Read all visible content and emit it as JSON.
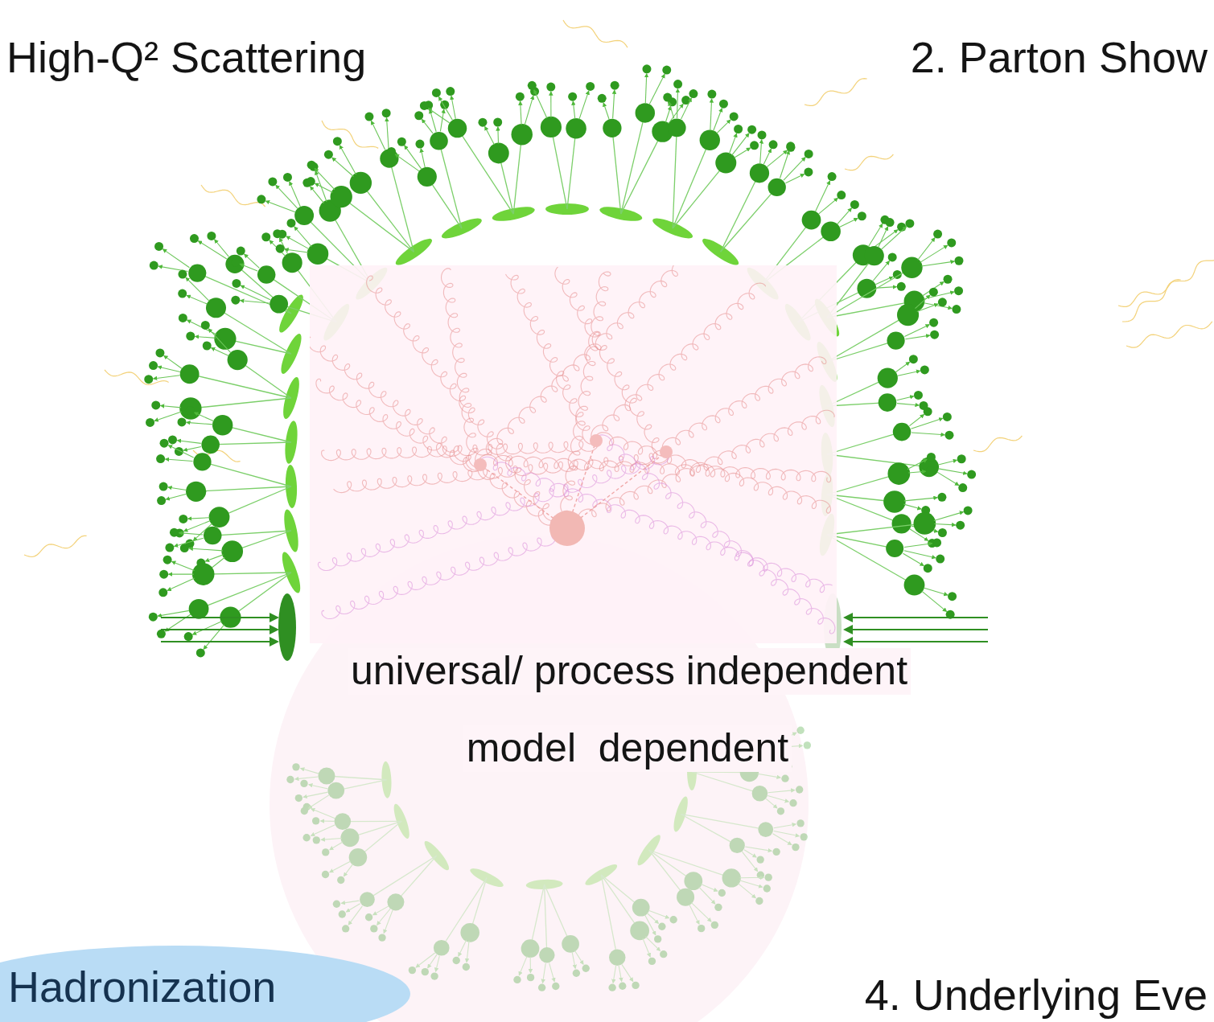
{
  "diagram": {
    "nodes": [
      {
        "text": [
          "Hadronization"
        ]
      }
    ],
    "labels": [
      "High-Q² Scattering",
      "2. Parton Show",
      "universal/ process independent",
      "model  dependent",
      "4. Underlying Eve"
    ]
  }
}
